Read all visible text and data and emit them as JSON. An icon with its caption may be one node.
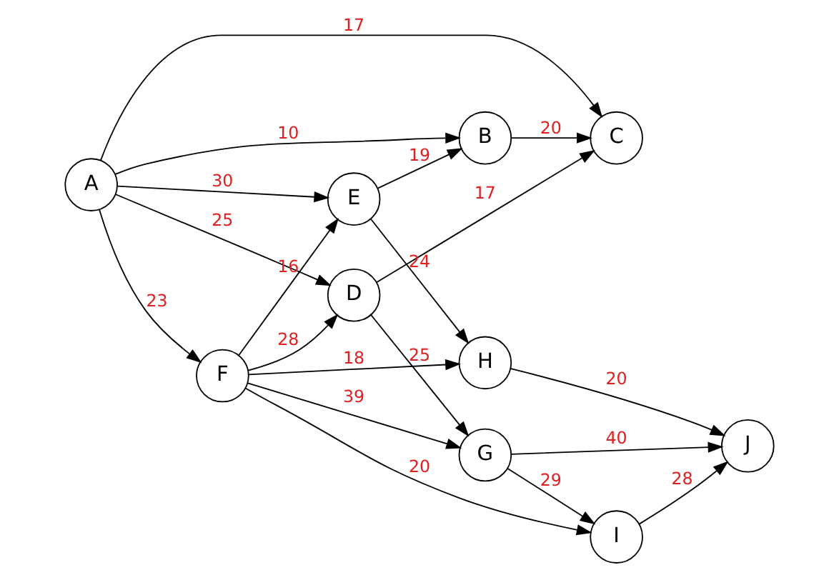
{
  "diagram": {
    "nodes": [
      {
        "text": [
          "A"
        ]
      },
      {
        "text": [
          "B"
        ]
      },
      {
        "text": [
          "C"
        ]
      },
      {
        "text": [
          "D"
        ]
      },
      {
        "text": [
          "E"
        ]
      },
      {
        "text": [
          "F"
        ]
      },
      {
        "text": [
          "G"
        ]
      },
      {
        "text": [
          "H"
        ]
      },
      {
        "text": [
          "I"
        ]
      },
      {
        "text": [
          "J"
        ]
      }
    ],
    "edges": [
      {
        "from": 4,
        "to": 1,
        "arrow": "to",
        "label": "19"
      },
      {
        "from": 1,
        "to": 2,
        "arrow": "to",
        "label": "20"
      },
      {
        "from": 0,
        "to": 1,
        "arrow": "to",
        "label": "10"
      },
      {
        "from": 0,
        "to": 4,
        "arrow": "to",
        "label": "30"
      },
      {
        "from": 0,
        "to": 2,
        "arrow": "to",
        "label": "17"
      },
      {
        "from": 0,
        "to": 5,
        "arrow": "to",
        "label": "23"
      },
      {
        "from": 0,
        "to": 3,
        "arrow": "to",
        "label": "25"
      },
      {
        "from": 4,
        "to": 7,
        "arrow": "to",
        "label": "24"
      },
      {
        "from": 5,
        "to": 4,
        "arrow": "to",
        "label": "16"
      },
      {
        "from": 5,
        "to": 7,
        "arrow": "to",
        "label": "18"
      },
      {
        "from": 7,
        "to": 9,
        "arrow": "to",
        "label": "20"
      },
      {
        "from": 5,
        "to": 3,
        "arrow": "to",
        "label": "28"
      },
      {
        "from": 5,
        "to": 8,
        "arrow": "to",
        "label": "20"
      },
      {
        "from": 5,
        "to": 6,
        "arrow": "to",
        "label": "39"
      },
      {
        "from": 3,
        "to": 2,
        "arrow": "to",
        "label": "17"
      },
      {
        "from": 3,
        "to": 6,
        "arrow": "to",
        "label": "25"
      },
      {
        "from": 6,
        "to": 8,
        "arrow": "to",
        "label": "29"
      },
      {
        "from": 8,
        "to": 9,
        "arrow": "to",
        "label": "28"
      },
      {
        "from": 6,
        "to": 9,
        "arrow": "to",
        "label": "40"
      }
    ]
  }
}
